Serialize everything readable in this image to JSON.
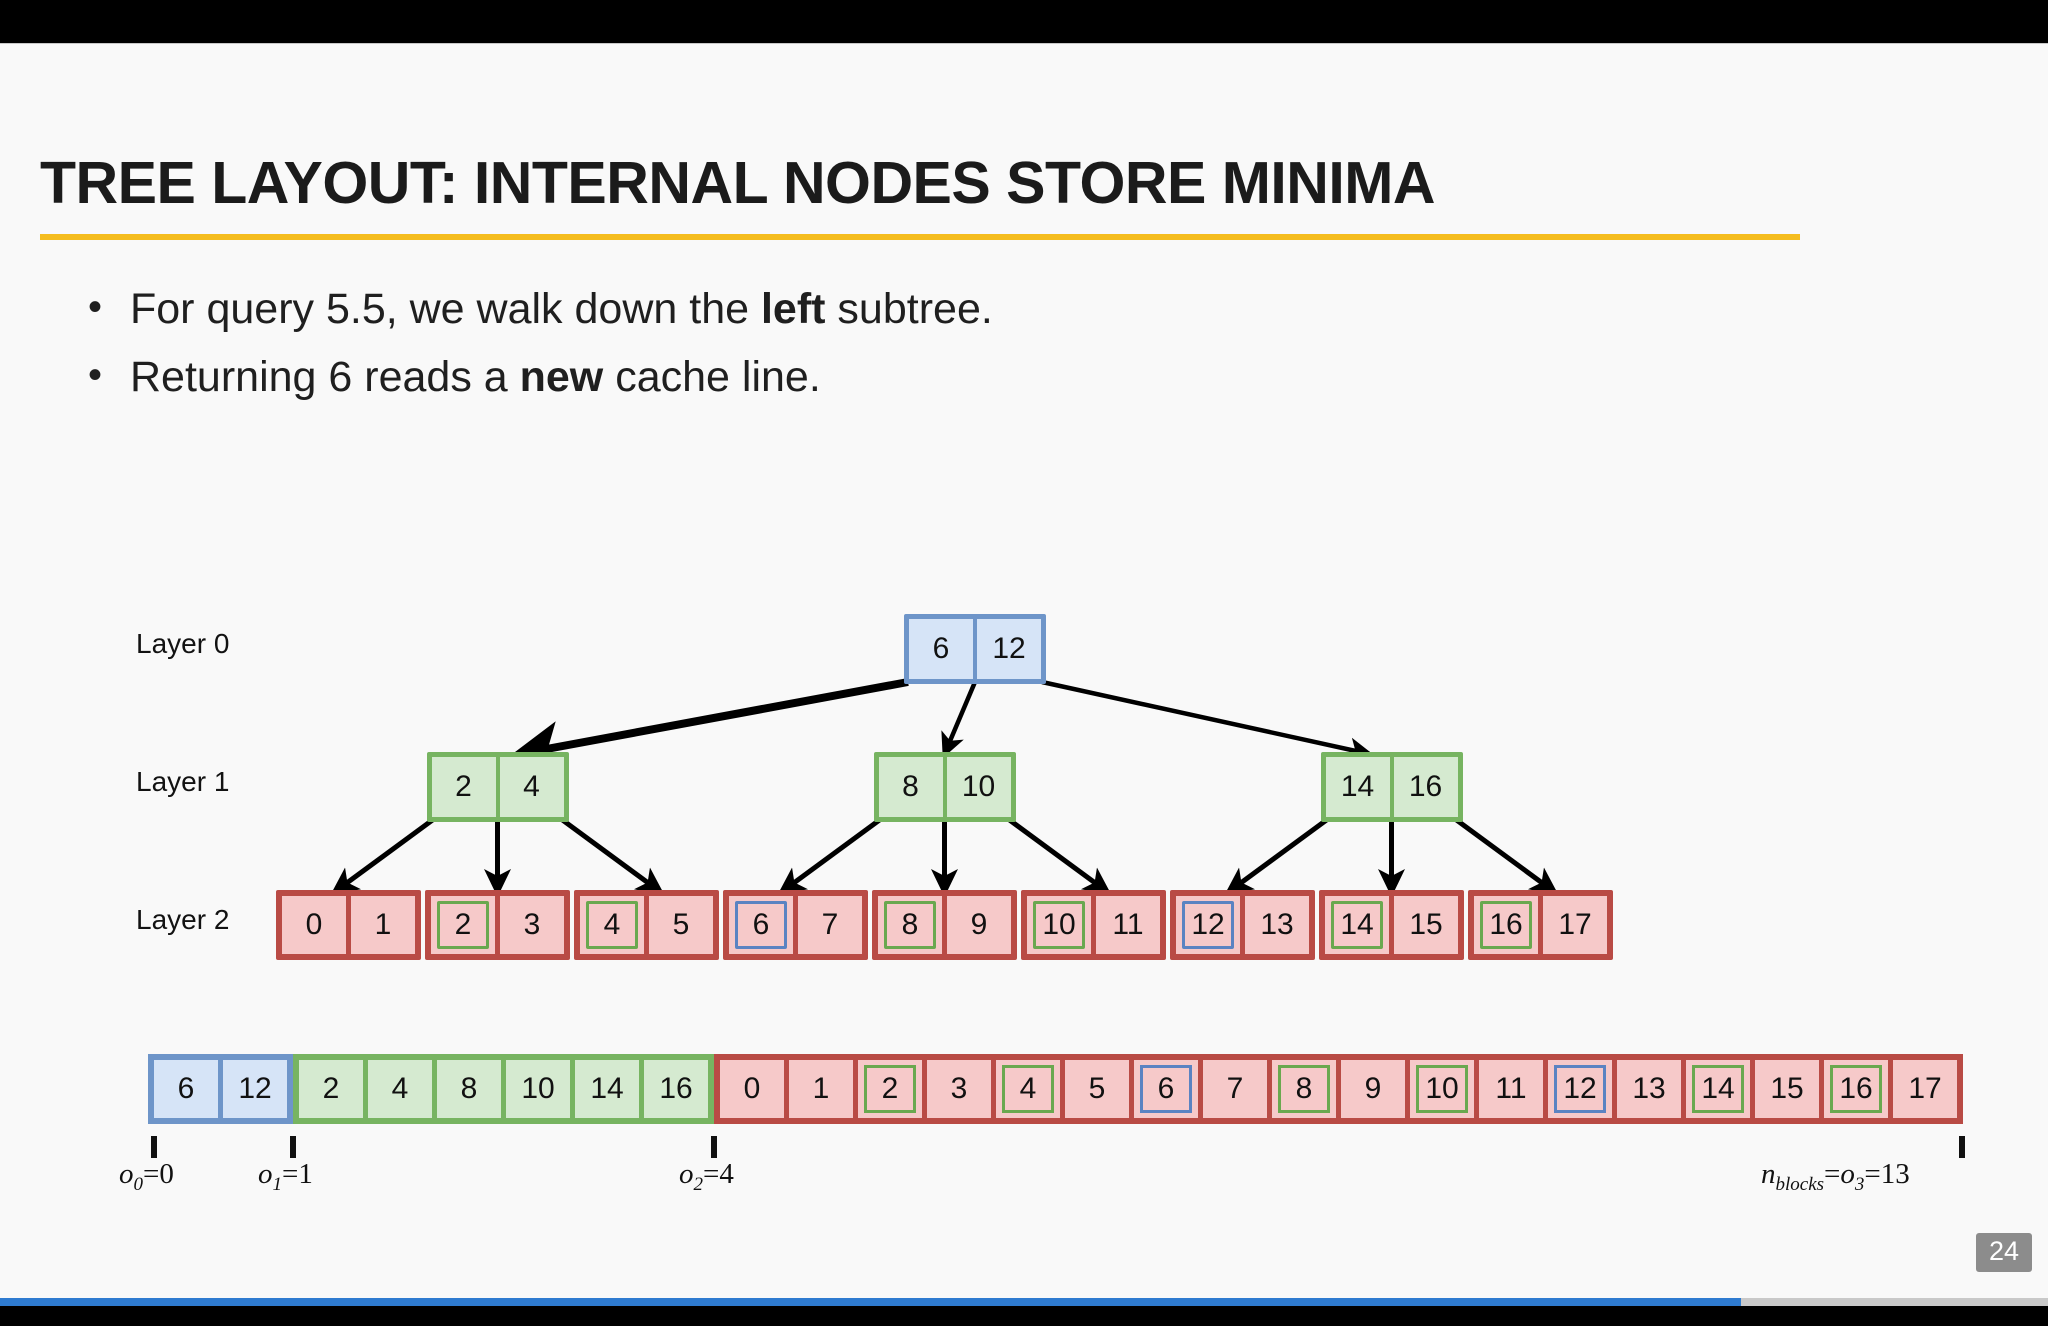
{
  "slide": {
    "title": "TREE LAYOUT: INTERNAL NODES STORE MINIMA",
    "accent_color": "#f5bd1f",
    "page_number": "24",
    "progress_percent": 85,
    "bullets": [
      {
        "marker": "•",
        "prefix": "For query 5.5, we walk down the ",
        "bold": "left",
        "suffix": " subtree."
      },
      {
        "marker": "•",
        "prefix": "Returning 6 reads a ",
        "bold": "new",
        "suffix": " cache line."
      }
    ]
  },
  "diagram": {
    "layer_labels": [
      "Layer 0",
      "Layer 1",
      "Layer 2"
    ],
    "colors": {
      "blue_border": "#6e95c9",
      "blue_fill": "#d6e4f7",
      "green_border": "#77b461",
      "green_fill": "#d5ead0",
      "red_border": "#b94b45",
      "red_fill": "#f6c9c9",
      "highlight_green": "#6aa84f",
      "highlight_blue": "#5b83c2",
      "arrow": "#000000"
    },
    "layer0": {
      "node": [
        "6",
        "12"
      ]
    },
    "layer1": {
      "nodes": [
        [
          "2",
          "4"
        ],
        [
          "8",
          "10"
        ],
        [
          "14",
          "16"
        ]
      ]
    },
    "layer2": {
      "nodes": [
        {
          "cells": [
            {
              "v": "0",
              "hl": "none"
            },
            {
              "v": "1",
              "hl": "none"
            }
          ]
        },
        {
          "cells": [
            {
              "v": "2",
              "hl": "green"
            },
            {
              "v": "3",
              "hl": "none"
            }
          ]
        },
        {
          "cells": [
            {
              "v": "4",
              "hl": "green"
            },
            {
              "v": "5",
              "hl": "none"
            }
          ]
        },
        {
          "cells": [
            {
              "v": "6",
              "hl": "blue"
            },
            {
              "v": "7",
              "hl": "none"
            }
          ]
        },
        {
          "cells": [
            {
              "v": "8",
              "hl": "green"
            },
            {
              "v": "9",
              "hl": "none"
            }
          ]
        },
        {
          "cells": [
            {
              "v": "10",
              "hl": "green"
            },
            {
              "v": "11",
              "hl": "none"
            }
          ]
        },
        {
          "cells": [
            {
              "v": "12",
              "hl": "blue"
            },
            {
              "v": "13",
              "hl": "none"
            }
          ]
        },
        {
          "cells": [
            {
              "v": "14",
              "hl": "green"
            },
            {
              "v": "15",
              "hl": "none"
            }
          ]
        },
        {
          "cells": [
            {
              "v": "16",
              "hl": "green"
            },
            {
              "v": "17",
              "hl": "none"
            }
          ]
        }
      ]
    },
    "flat_array": {
      "segments": [
        {
          "color": "blue",
          "cells": [
            {
              "v": "6",
              "hl": "none"
            },
            {
              "v": "12",
              "hl": "none"
            }
          ]
        },
        {
          "color": "green",
          "cells": [
            {
              "v": "2",
              "hl": "none"
            },
            {
              "v": "4",
              "hl": "none"
            },
            {
              "v": "8",
              "hl": "none"
            },
            {
              "v": "10",
              "hl": "none"
            },
            {
              "v": "14",
              "hl": "none"
            },
            {
              "v": "16",
              "hl": "none"
            }
          ]
        },
        {
          "color": "red",
          "cells": [
            {
              "v": "0",
              "hl": "none"
            },
            {
              "v": "1",
              "hl": "none"
            },
            {
              "v": "2",
              "hl": "green"
            },
            {
              "v": "3",
              "hl": "none"
            },
            {
              "v": "4",
              "hl": "green"
            },
            {
              "v": "5",
              "hl": "none"
            },
            {
              "v": "6",
              "hl": "blue"
            },
            {
              "v": "7",
              "hl": "none"
            },
            {
              "v": "8",
              "hl": "green"
            },
            {
              "v": "9",
              "hl": "none"
            },
            {
              "v": "10",
              "hl": "green"
            },
            {
              "v": "11",
              "hl": "none"
            },
            {
              "v": "12",
              "hl": "blue"
            },
            {
              "v": "13",
              "hl": "none"
            },
            {
              "v": "14",
              "hl": "green"
            },
            {
              "v": "15",
              "hl": "none"
            },
            {
              "v": "16",
              "hl": "green"
            },
            {
              "v": "17",
              "hl": "none"
            }
          ]
        }
      ],
      "offsets": [
        {
          "sym": "o",
          "sub": "0",
          "eq": "=0",
          "text": "o0=0"
        },
        {
          "sym": "o",
          "sub": "1",
          "eq": "=1",
          "text": "o1=1"
        },
        {
          "sym": "o",
          "sub": "2",
          "eq": "=4",
          "text": "o2=4"
        },
        {
          "sym": "n",
          "sub": "blocks",
          "eq": "=o3=13",
          "text": "nblocks=o3=13"
        }
      ]
    },
    "arrows": {
      "from_root": [
        {
          "target": "layer1-node-0",
          "highlighted": true
        },
        {
          "target": "layer1-node-1",
          "highlighted": false
        },
        {
          "target": "layer1-node-2",
          "highlighted": false
        }
      ],
      "from_layer1_0": [
        "layer2-node-0",
        "layer2-node-1",
        "layer2-node-2"
      ],
      "from_layer1_1": [
        "layer2-node-3",
        "layer2-node-4",
        "layer2-node-5"
      ],
      "from_layer1_2": [
        "layer2-node-6",
        "layer2-node-7",
        "layer2-node-8"
      ]
    }
  }
}
